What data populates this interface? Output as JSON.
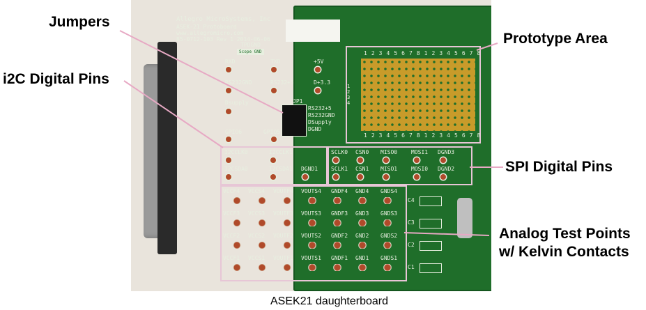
{
  "callouts": {
    "jumpers": "Jumpers",
    "i2c": "i2C Digital Pins",
    "prototype": "Prototype Area",
    "spi": "SPI Digital Pins",
    "analog_line1": "Analog Test Points",
    "analog_line2": "w/ Kelvin Contacts"
  },
  "caption": "ASEK21 daughterboard",
  "board_text": {
    "maker": "Allegro MicroSystems, Inc",
    "product": "ASEK-21 Protoboard",
    "url": "www.allegromicro.com",
    "revision": "85-0712-103 Rev 1 2014-06-06",
    "tpdgnd": "TPDGND",
    "scope_gnd": "Scope GND",
    "serial_labels": [
      "RXD",
      "TXD",
      "+5V",
      "RS232GND",
      "RS232+5",
      "D+3.3",
      "Dsupply",
      "GPIO6",
      "GPIO5"
    ],
    "jp1": "JP1",
    "jumper_labels": [
      "RS232+5",
      "RS232GND",
      "DSupply",
      "DGND"
    ],
    "i2c_labels": [
      "I2CCLK0",
      "I2CCLK1",
      "I2CSDA0",
      "I2CSDA1",
      "DGND1"
    ],
    "spi_labels": [
      "SCLK0",
      "CSN0",
      "MISO0",
      "MOSI1",
      "DGND3",
      "SCLK1",
      "CSN1",
      "MISO1",
      "MOSI0",
      "DGND2"
    ],
    "analog_rows": [
      [
        "VCCF4",
        "VCCS4",
        "VOUTF4",
        "VOUTS4",
        "GNDF4",
        "GND4",
        "GNDS4"
      ],
      [
        "VCCF3",
        "VCCS3",
        "VOUTF3",
        "VOUTS3",
        "GNDF3",
        "GND3",
        "GNDS3"
      ],
      [
        "VCCF2",
        "VCCS2",
        "VOUTF2",
        "VOUTS2",
        "GNDF2",
        "GND2",
        "GNDS2"
      ],
      [
        "VCCF1",
        "VCCS1",
        "VOUTF1",
        "VOUTS1",
        "GNDF1",
        "GND1",
        "GNDS1"
      ]
    ],
    "caps": [
      "C4",
      "C3",
      "C2",
      "C1"
    ],
    "proto_cols": "1 2 3 4 5 6 7 8 1 2 3 4 5 6 7 8",
    "proto_rows": "1 2 3 4"
  },
  "colors": {
    "pcb": "#1f6e2a",
    "silkscreen": "#e8efe0",
    "pad": "#b04a2a",
    "gold": "#d9b233",
    "callout_line": "#e7a9c4",
    "box_outline": "#e7c6d6"
  }
}
